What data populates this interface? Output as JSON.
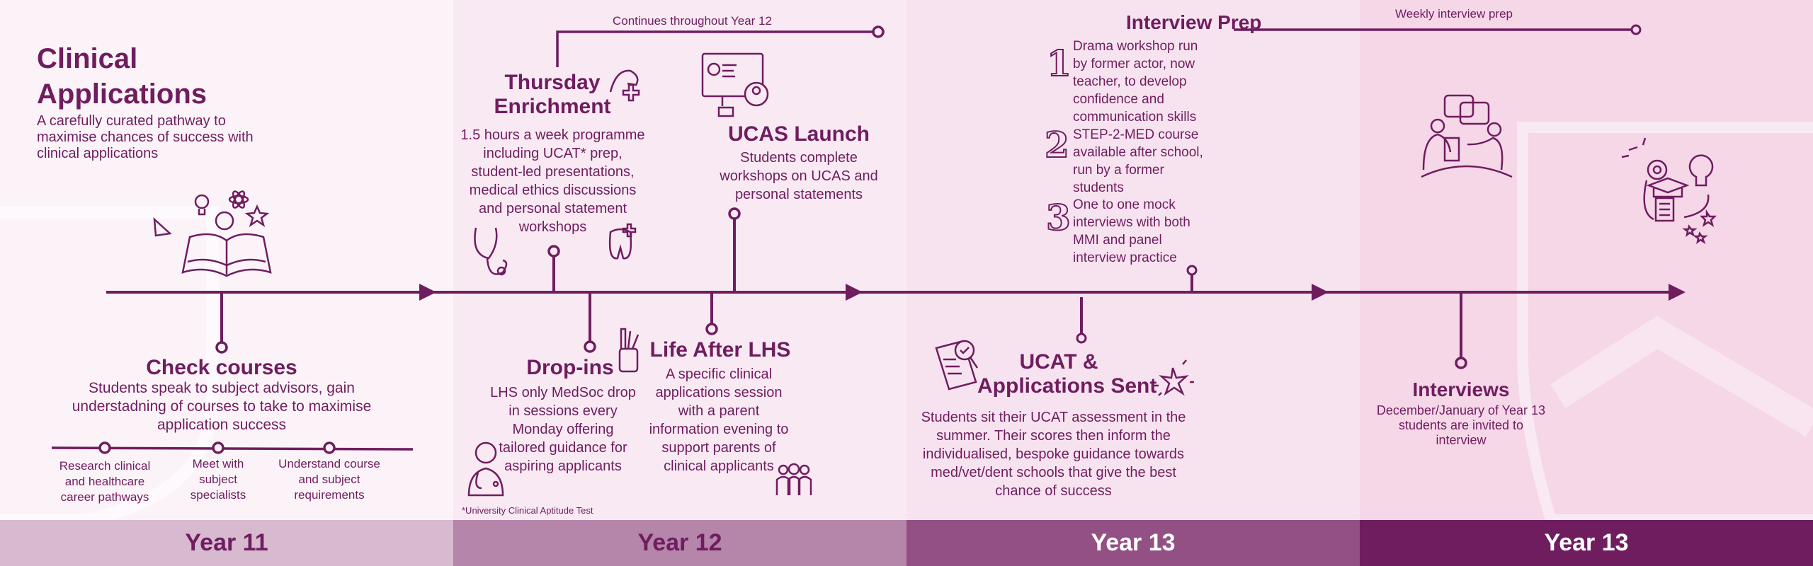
{
  "title": {
    "line1": "Clinical",
    "line2": "Applications",
    "subtitle": "A carefully curated pathway to maximise chances of success with clinical applications"
  },
  "years": [
    {
      "label": "Year 11",
      "color": "#d7b9d0",
      "text_color": "#6f1d5f",
      "bg": "#fbf3f8"
    },
    {
      "label": "Year 12",
      "color": "#b585aa",
      "text_color": "#6f1d5f",
      "bg": "#f8e9f3"
    },
    {
      "label": "Year 13",
      "color": "#935084",
      "text_color": "#ffffff",
      "bg": "#f7e3ef"
    },
    {
      "label": "Year 13",
      "color": "#6f1d5f",
      "text_color": "#ffffff",
      "bg": "#f5d7e8"
    }
  ],
  "events": {
    "check_courses": {
      "heading": "Check courses",
      "desc": "Students speak to subject advisors, gain understadning of courses to take to maximise application success",
      "steps": [
        "Research clinical and healthcare career pathways",
        "Meet with subject specialists",
        "Understand course and subject requirements"
      ]
    },
    "thursday": {
      "heading1": "Thursday",
      "heading2": "Enrichment",
      "desc": "1.5 hours a week programme including UCAT* prep, student-led presentations, medical ethics discussions and personal statement workshops",
      "continues": "Continues throughout Year 12"
    },
    "ucas": {
      "heading": "UCAS Launch",
      "desc": "Students complete workshops on UCAS and personal statements"
    },
    "dropins": {
      "heading": "Drop-ins",
      "desc": "LHS only MedSoc drop in sessions every Monday offering tailored guidance for aspiring applicants"
    },
    "life_after": {
      "heading": "Life After LHS",
      "desc": "A specific clinical applications session with a parent information evening to support parents of clinical applicants"
    },
    "footnote": "*University Clinical Aptitude Test",
    "interview_prep": {
      "heading": "Interview Prep",
      "weekly": "Weekly interview prep",
      "items": [
        {
          "num": "1",
          "text": "Drama workshop run by former actor, now teacher, to develop confidence and communication skills"
        },
        {
          "num": "2",
          "text": "STEP-2-MED course available after school, run by a former students"
        },
        {
          "num": "3",
          "text": "One to one mock interviews with both MMI and panel interview practice"
        }
      ]
    },
    "ucat_sent": {
      "heading1": "UCAT &",
      "heading2": "Applications Sent",
      "desc": "Students sit their UCAT assessment in the summer. Their scores then inform the individualised, bespoke guidance towards med/vet/dent schools that give the best chance of success"
    },
    "interviews": {
      "heading": "Interviews",
      "desc": "December/January of Year 13 students are invited to interview"
    }
  },
  "accent": "#6f1d5f"
}
